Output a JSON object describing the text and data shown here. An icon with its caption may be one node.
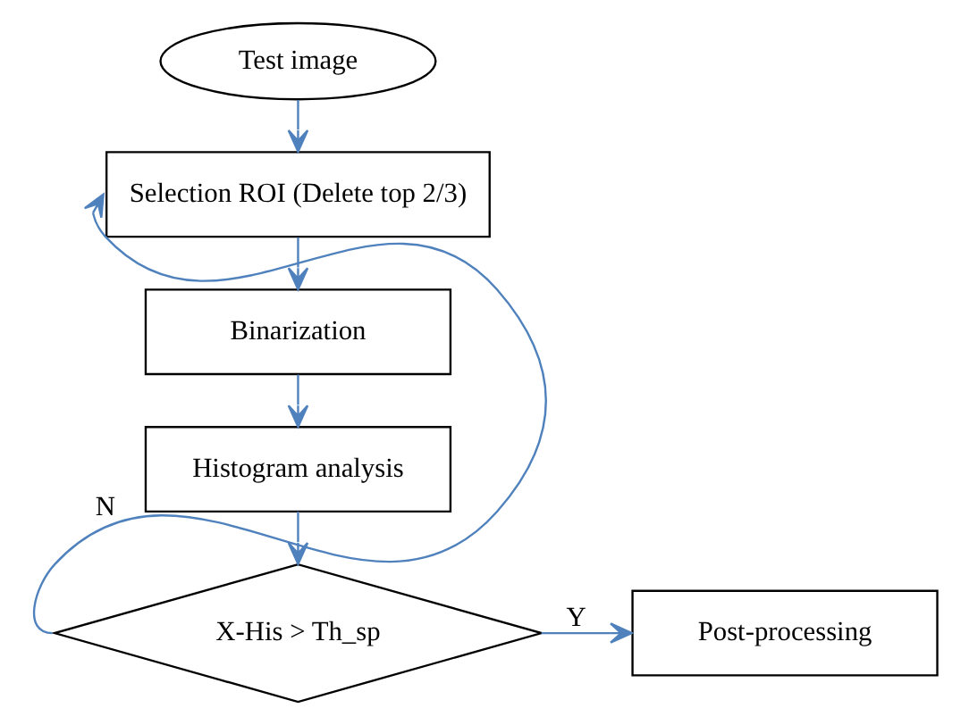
{
  "diagram": {
    "nodes": [
      {
        "text": [
          "Test image"
        ]
      },
      {
        "text": [
          "Selection ROI (Delete top 2/3)"
        ]
      },
      {
        "text": [
          "Binarization"
        ]
      },
      {
        "text": [
          "Histogram analysis"
        ]
      },
      {
        "text": [
          "X-His > Th_sp"
        ]
      },
      {
        "text": [
          "Post-processing"
        ]
      }
    ],
    "edges": [
      {
        "from": 0,
        "to": 1,
        "arrow": "to"
      },
      {
        "from": 1,
        "to": 2,
        "arrow": "to"
      },
      {
        "from": 2,
        "to": 3,
        "arrow": "to"
      },
      {
        "from": 3,
        "to": 4,
        "arrow": "to"
      },
      {
        "from": 4,
        "to": 5,
        "arrow": "to",
        "label": "Y"
      },
      {
        "from": 4,
        "to": 1,
        "arrow": "to",
        "label": "N"
      }
    ]
  }
}
